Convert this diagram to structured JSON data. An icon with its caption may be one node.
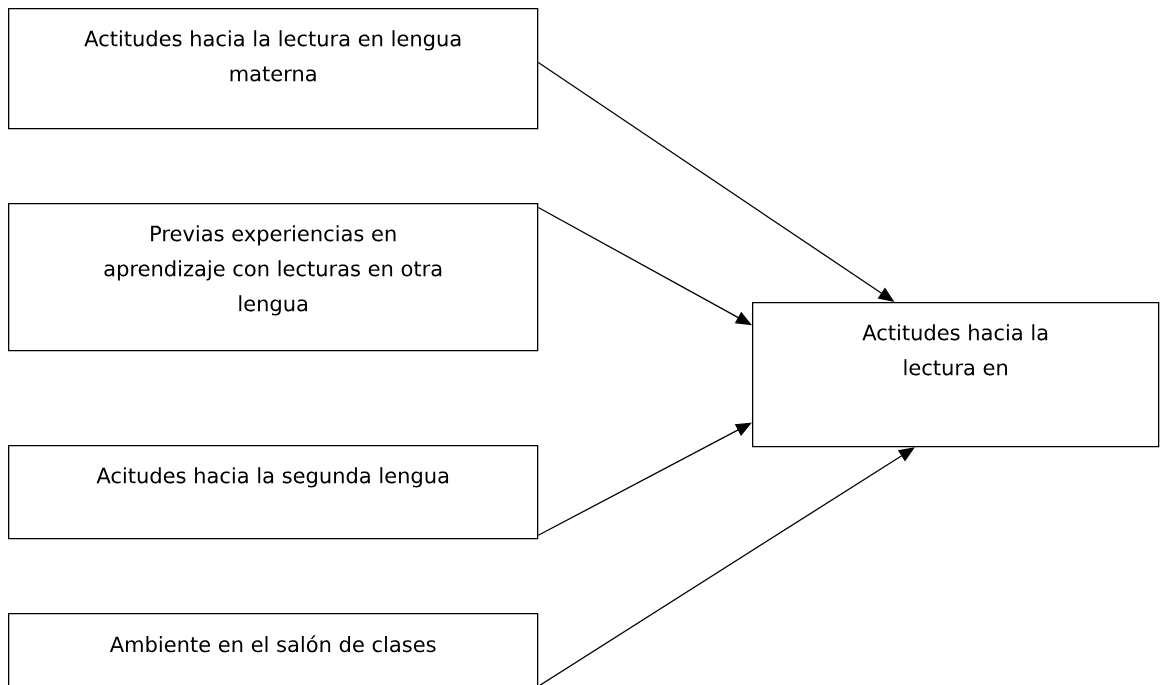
{
  "diagram": {
    "nodes": [
      {
        "text": [
          "Actitudes hacia la lectura en lengua materna"
        ]
      },
      {
        "text": [
          "Previas experiencias en aprendizaje con lecturas en otra lengua"
        ]
      },
      {
        "text": [
          "Acitudes hacia la segunda lengua"
        ]
      },
      {
        "text": [
          "Ambiente en el salón de clases"
        ]
      },
      {
        "text": [
          "Actitudes hacia la lectura en"
        ]
      }
    ],
    "edges": [
      {
        "from": 0,
        "to": 4,
        "arrow": "to"
      },
      {
        "from": 1,
        "to": 4,
        "arrow": "to"
      },
      {
        "from": 2,
        "to": 4,
        "arrow": "to"
      },
      {
        "from": 3,
        "to": 4,
        "arrow": "to"
      }
    ]
  }
}
